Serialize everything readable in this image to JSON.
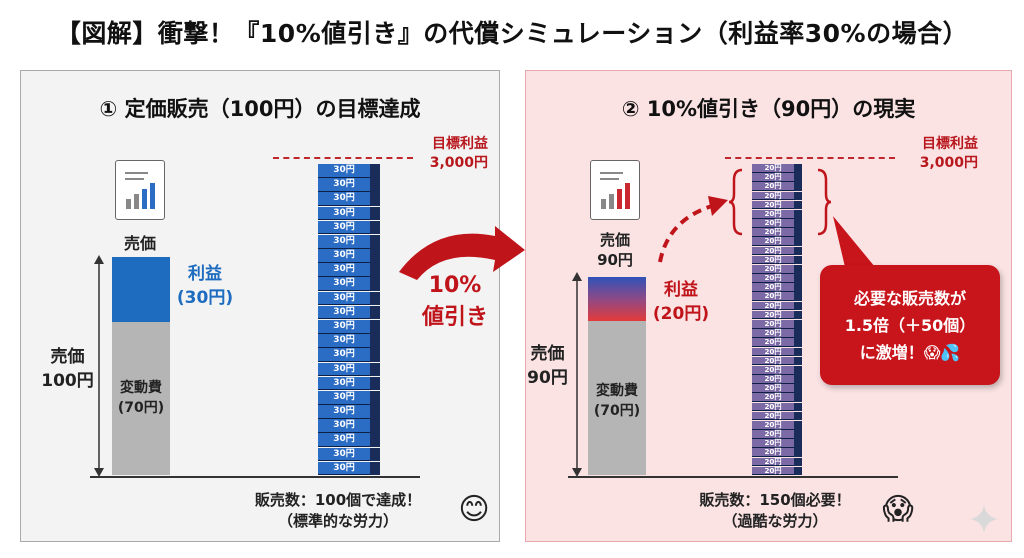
{
  "title": "【図解】衝撃！『10%値引き』の代償シミュレーション（利益率30%の場合）",
  "left_panel": {
    "heading": "① 定価販売（100円）の目標達成",
    "price_icon_label": "売価",
    "price_side_label": "売価\n100円",
    "profit_label": "利益\n(30円)",
    "variable_cost_label": "変動費\n(70円)",
    "profit_value": 30,
    "variable_cost_value": 70,
    "block_label": "30円",
    "block_count": 22,
    "block_color": "#2b6cc4",
    "target_label": "目標利益\n3,000円",
    "caption": "販売数：100個で達成！\n（標準的な労力）",
    "emoji": "😊"
  },
  "right_panel": {
    "heading": "② 10%値引き（90円）の現実",
    "price_icon_label": "売価\n90円",
    "price_side_label": "売価\n90円",
    "profit_label": "利益\n(20円)",
    "variable_cost_label": "変動費\n(70円)",
    "profit_value": 20,
    "variable_cost_value": 70,
    "block_label": "20円",
    "block_count": 34,
    "block_color": "#7b6aa6",
    "target_label": "目標利益\n3,000円",
    "caption": "販売数：150個必要！\n（過酷な労力）",
    "emoji": "😱"
  },
  "middle_arrow_label": "10%\n値引き",
  "callout": "必要な販売数が\n1.5倍（＋50個）\nに激増！😱💦",
  "colors": {
    "accent_red": "#c0141b",
    "profit_blue": "#1e6cc0",
    "cost_gray": "#b5b5b5",
    "right_bg": "#fbe3e4",
    "left_bg": "#f3f3f3"
  }
}
